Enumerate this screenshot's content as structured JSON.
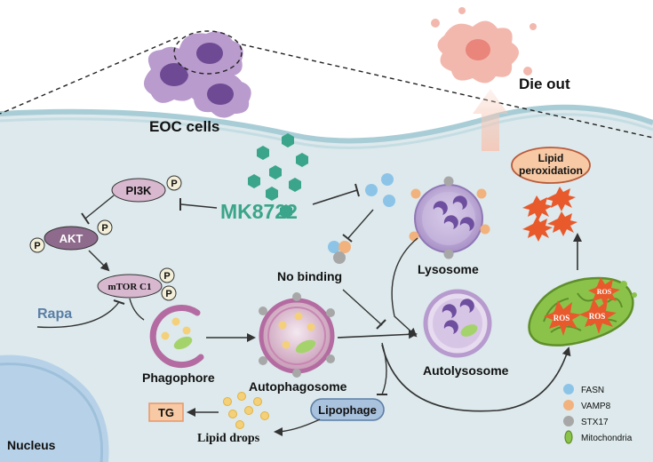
{
  "labels": {
    "eoc_cells": "EOC cells",
    "die_out": "Die out",
    "drug": "MK8722",
    "pi3k": "PI3K",
    "akt": "AKT",
    "mtorc1": "mTOR C1",
    "phospho": "P",
    "rapa": "Rapa",
    "no_binding": "No binding",
    "lysosome": "Lysosome",
    "autolysosome": "Autolysosome",
    "phagophore": "Phagophore",
    "autophagosome": "Autophagosome",
    "lipophage": "Lipophage",
    "tg": "TG",
    "lipid_drops": "Lipid drops",
    "lipid_peroxidation_1": "Lipid",
    "lipid_peroxidation_2": "peroxidation",
    "ros": "ROS",
    "nucleus": "Nucleus"
  },
  "legend": [
    {
      "label": "FASN",
      "color": "#8cc4e8",
      "icon": "circle"
    },
    {
      "label": "VAMP8",
      "color": "#f2b27d",
      "icon": "circle"
    },
    {
      "label": "STX17",
      "color": "#a7a7a7",
      "icon": "circle"
    },
    {
      "label": "Mitochondria",
      "color": "#8bc34a",
      "icon": "mitochondria-icon"
    }
  ],
  "colors": {
    "cell_body": "#dde9ec",
    "membrane": "#a9cdd6",
    "drug": "#3aa58a",
    "kinase": "#d7b8cf",
    "akt": "#8e6a8c",
    "lysosome": "#b39bd0",
    "ros": "#e85a2c",
    "rapa": "#5a7ea6"
  }
}
